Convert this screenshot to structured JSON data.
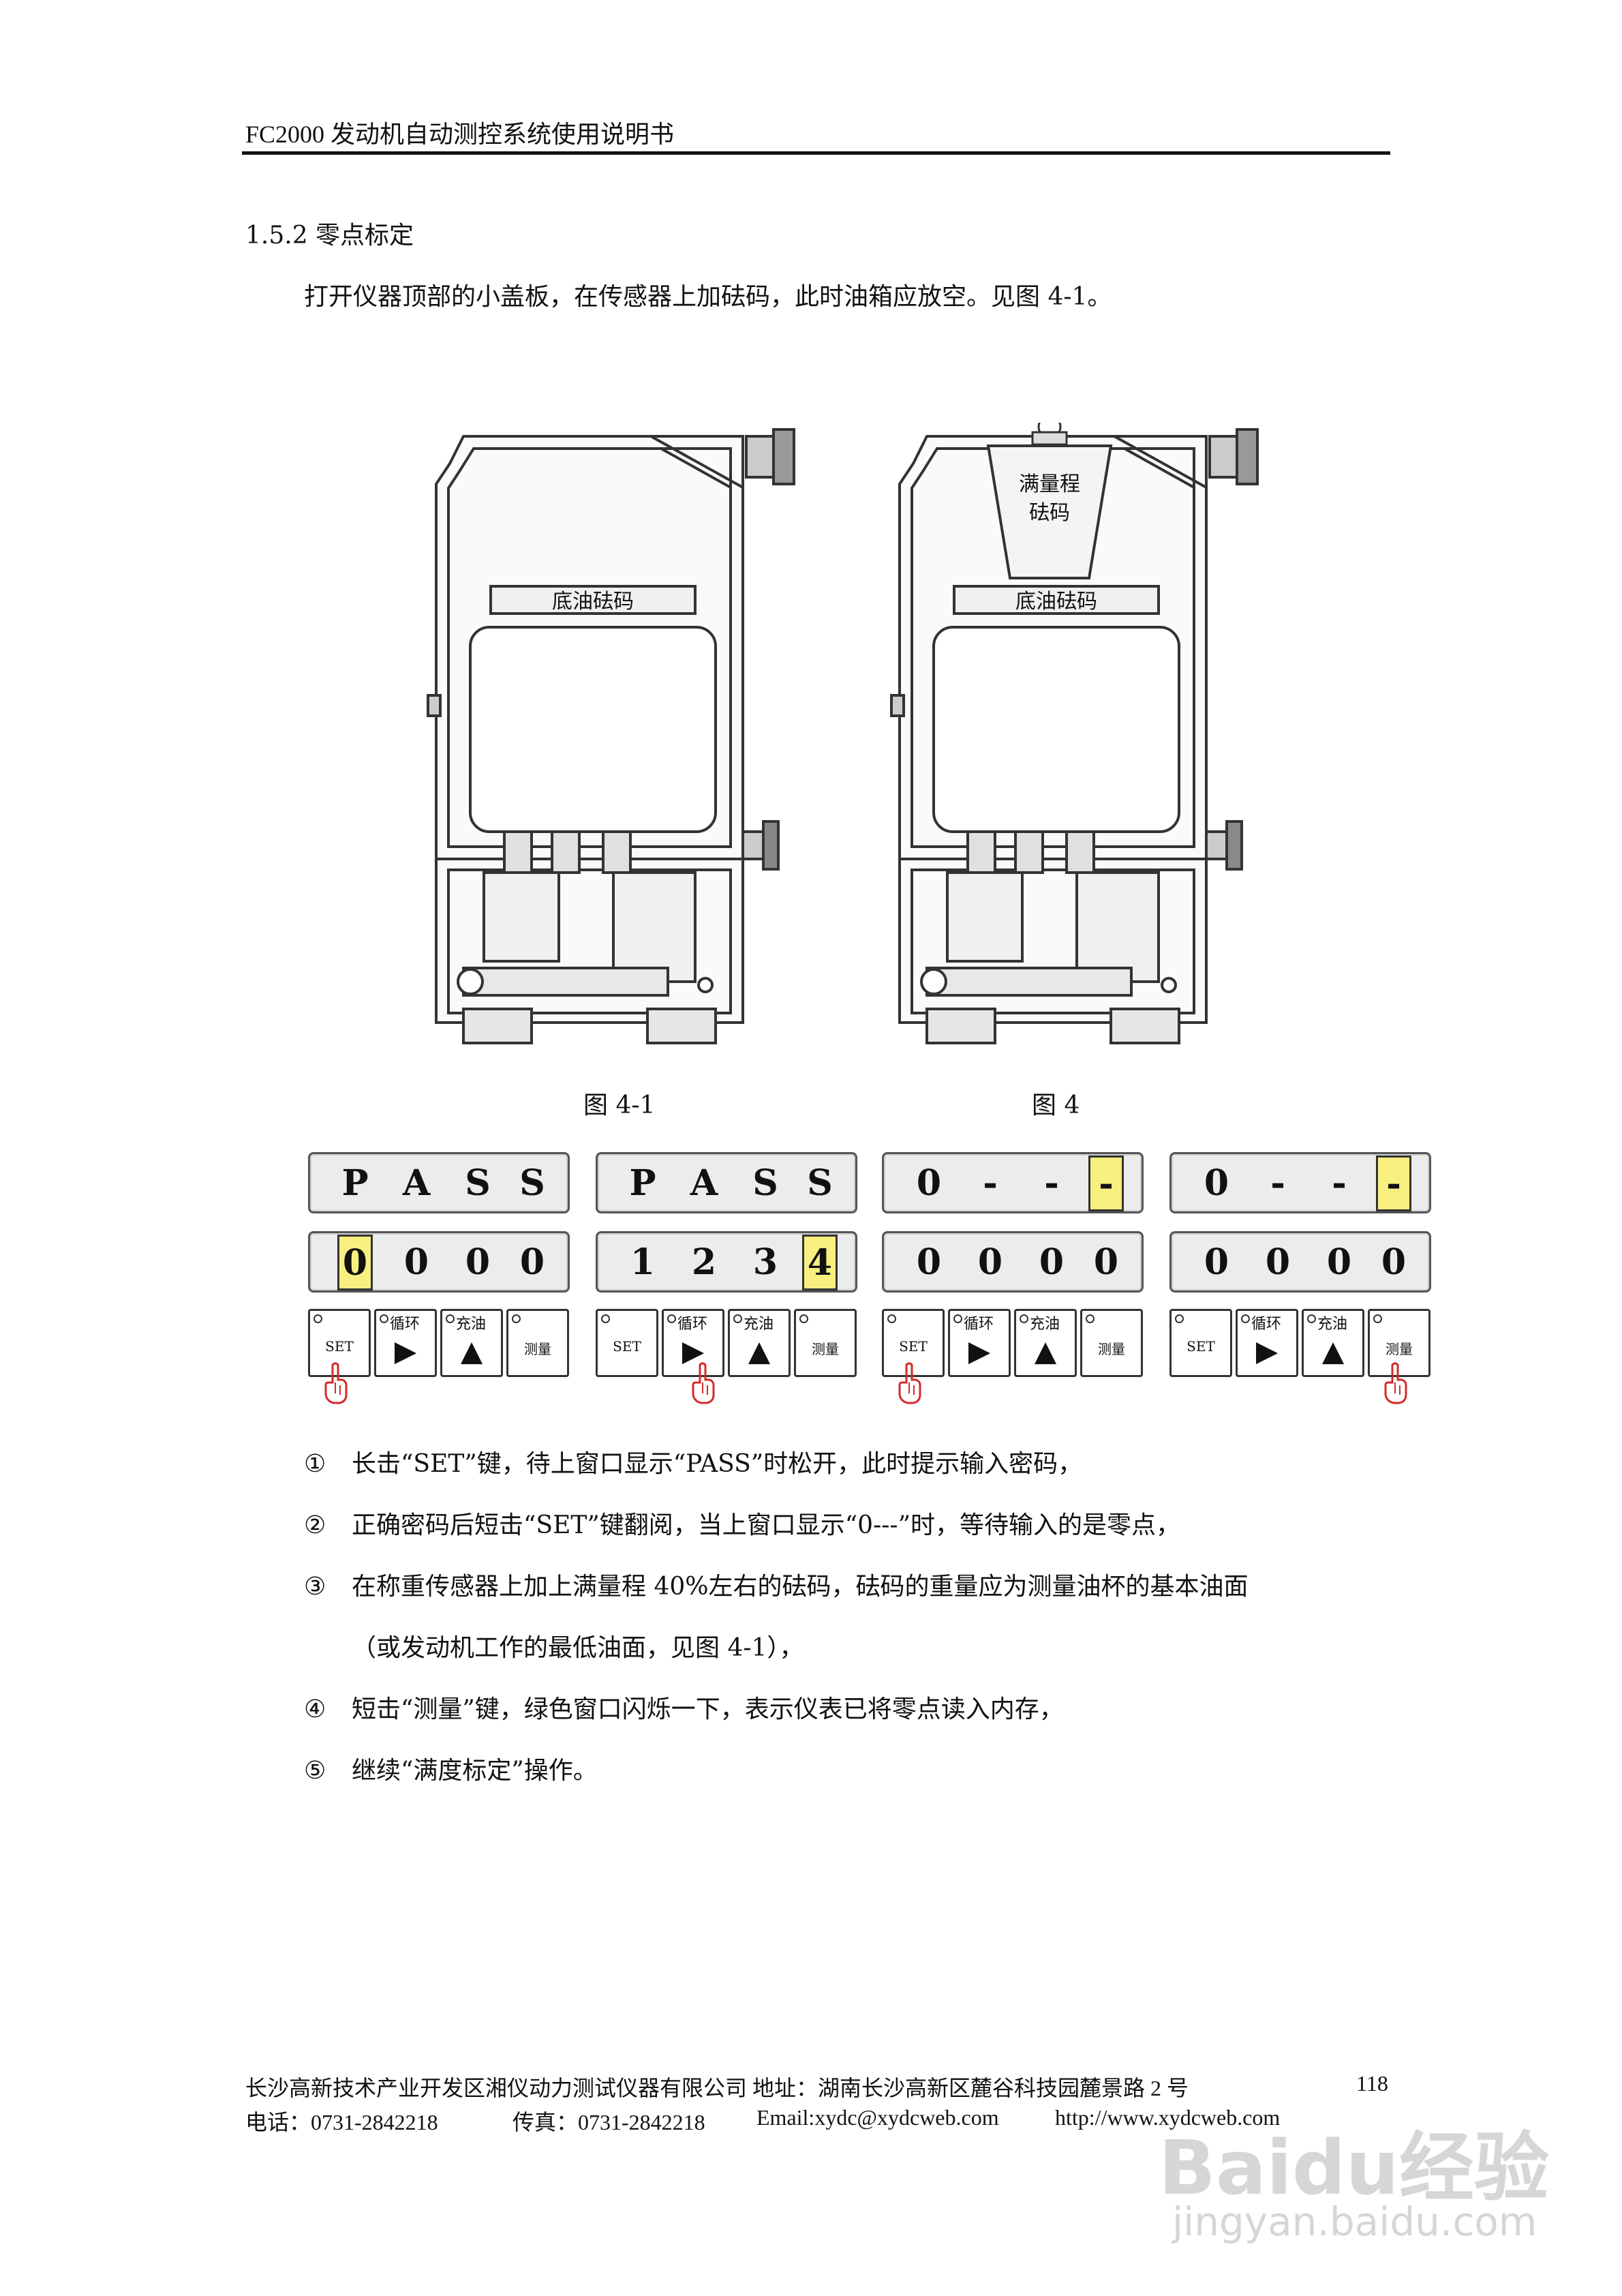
{
  "header": {
    "title": "FC2000 发动机自动测控系统使用说明书"
  },
  "section": {
    "title": "1.5.2 零点标定",
    "intro": "打开仪器顶部的小盖板，在传感器上加砝码，此时油箱应放空。见图 4-1。"
  },
  "figures": [
    {
      "caption": "图 4-1",
      "weight_label": "底油砝码"
    },
    {
      "caption": "图 4",
      "top_label_1": "满量程",
      "top_label_2": "砝码",
      "weight_label": "底油砝码"
    }
  ],
  "panels": [
    {
      "upper": [
        "P",
        "A",
        "S",
        "S"
      ],
      "upper_highlight": -1,
      "lower": [
        "0",
        "0",
        "0",
        "0"
      ],
      "lower_highlight": 0,
      "pressed": "set"
    },
    {
      "upper": [
        "P",
        "A",
        "S",
        "S"
      ],
      "upper_highlight": -1,
      "lower": [
        "1",
        "2",
        "3",
        "4"
      ],
      "lower_highlight": 3,
      "pressed": "cycle"
    },
    {
      "upper": [
        "0",
        "-",
        "-",
        "-"
      ],
      "upper_highlight": 3,
      "lower": [
        "0",
        "0",
        "0",
        "0"
      ],
      "lower_highlight": -1,
      "pressed": "set"
    },
    {
      "upper": [
        "0",
        "-",
        "-",
        "-"
      ],
      "upper_highlight": 3,
      "lower": [
        "0",
        "0",
        "0",
        "0"
      ],
      "lower_highlight": -1,
      "pressed": "measure"
    }
  ],
  "keys": {
    "set": "SET",
    "cycle": "循环",
    "fill": "充油",
    "measure": "测量",
    "play_glyph": "▶",
    "up_glyph": "▲",
    "hand_icon": "pointing-hand-icon"
  },
  "steps": [
    {
      "num": "①",
      "text": "长击“SET”键，待上窗口显示“PASS”时松开，此时提示输入密码，"
    },
    {
      "num": "②",
      "text": "正确密码后短击“SET”键翻阅，当上窗口显示“0---”时，等待输入的是零点，"
    },
    {
      "num": "③",
      "text": "在称重传感器上加上满量程 40%左右的砝码，砝码的重量应为测量油杯的基本油面"
    },
    {
      "num": "",
      "text": "（或发动机工作的最低油面，见图 4-1），"
    },
    {
      "num": "④",
      "text": "短击“测量”键，绿色窗口闪烁一下，表示仪表已将零点读入内存，"
    },
    {
      "num": "⑤",
      "text": "继续“满度标定”操作。"
    }
  ],
  "footer": {
    "line1": "长沙高新技术产业开发区湘仪动力测试仪器有限公司  地址：湖南长沙高新区麓谷科技园麓景路 2 号",
    "page": "118",
    "phone": "电话：0731-2842218",
    "fax": "传真：0731-2842218",
    "email": "Email:xydc@xydcweb.com",
    "web": "http://www.xydcweb.com"
  },
  "watermark": {
    "brand": "Baidu经验",
    "url": "jingyan.baidu.com"
  },
  "colors": {
    "highlight": "#f7ef7f",
    "hand": "#d42a2a"
  }
}
